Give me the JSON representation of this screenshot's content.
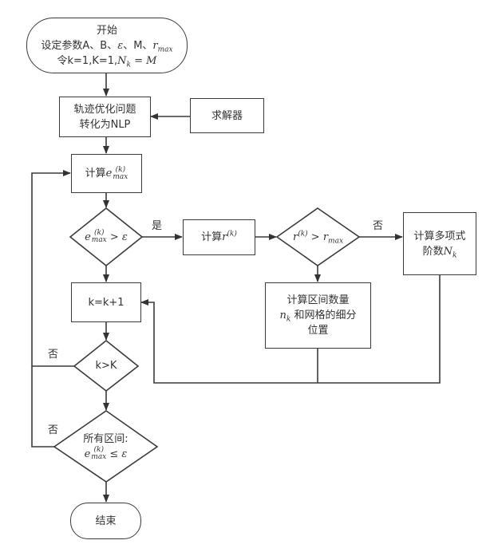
{
  "flowchart": {
    "start": {
      "title": "开始",
      "line2_prefix": "设定参数A、B、",
      "line2_eps": "ε",
      "line2_mid": "、M、",
      "line2_r": "r",
      "line2_r_sub": "max",
      "line3_prefix": "令k=1,K=1,",
      "line3_N": "N",
      "line3_N_sub": "k",
      "line3_eq": " = M"
    },
    "nlp": {
      "line1": "轨迹优化问题",
      "line2": "转化为NLP"
    },
    "solver": {
      "label": "求解器"
    },
    "compute_e": {
      "prefix": "计算",
      "var": "e",
      "sup": "(k)",
      "sub": "max"
    },
    "decision_e": {
      "var": "e",
      "sup": "(k)",
      "sub": "max",
      "rel": " > ε"
    },
    "compute_r": {
      "prefix": "计算",
      "var": "r",
      "sup": "(k)"
    },
    "decision_r": {
      "var": "r",
      "sup": "(k)",
      "rel": " > r",
      "rel_sub": "max"
    },
    "polynomial": {
      "line1": "计算多项式",
      "line2_prefix": "阶数",
      "line2_var": "N",
      "line2_sub": "k"
    },
    "increment": {
      "label": "k=k+1"
    },
    "intervals": {
      "line1": "计算区间数量",
      "line2_var": "n",
      "line2_sub": "k",
      "line2_text": " 和网格的细分",
      "line3": "位置"
    },
    "decision_k": {
      "label": "k>K"
    },
    "decision_all": {
      "line1": "所有区间:",
      "var": "e",
      "sup": "(k)",
      "sub": "max",
      "rel": " ≤ ε"
    },
    "end": {
      "label": "结束"
    },
    "edge_labels": {
      "yes": "是",
      "no_r": "否",
      "no_k": "否",
      "no_all": "否"
    }
  }
}
